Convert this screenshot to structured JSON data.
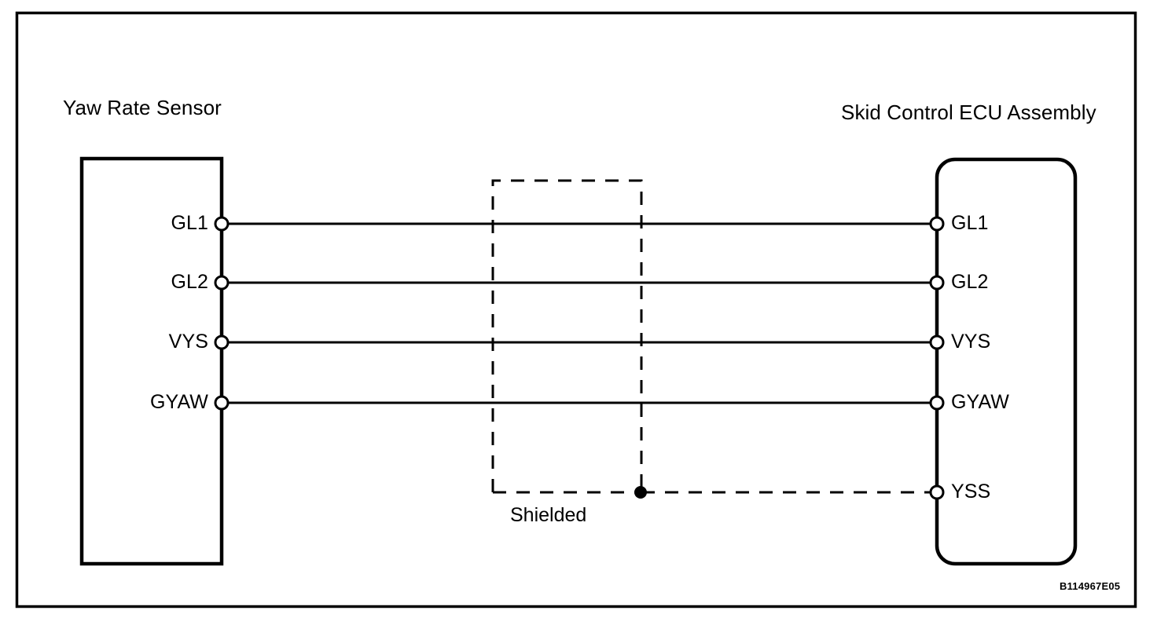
{
  "diagram": {
    "title_left": "Yaw Rate Sensor",
    "title_right": "Skid Control ECU Assembly",
    "shield_label": "Shielded",
    "reference_code": "B114967E05",
    "colors": {
      "stroke": "#000000",
      "background": "#ffffff"
    },
    "left_connector": {
      "name": "Yaw Rate Sensor",
      "shape": "rectangle",
      "pins": [
        {
          "label": "GL1",
          "row": 0
        },
        {
          "label": "GL2",
          "row": 1
        },
        {
          "label": "VYS",
          "row": 2
        },
        {
          "label": "GYAW",
          "row": 3
        }
      ]
    },
    "right_connector": {
      "name": "Skid Control ECU Assembly",
      "shape": "rounded-rectangle",
      "pins": [
        {
          "label": "GL1",
          "row": 0
        },
        {
          "label": "GL2",
          "row": 1
        },
        {
          "label": "VYS",
          "row": 2
        },
        {
          "label": "GYAW",
          "row": 3
        },
        {
          "label": "YSS",
          "row": 4
        }
      ]
    },
    "connections": [
      {
        "from": "GL1",
        "to": "GL1",
        "type": "solid"
      },
      {
        "from": "GL2",
        "to": "GL2",
        "type": "solid"
      },
      {
        "from": "VYS",
        "to": "VYS",
        "type": "solid"
      },
      {
        "from": "GYAW",
        "to": "GYAW",
        "type": "solid"
      },
      {
        "from": "Shield",
        "to": "YSS",
        "type": "dashed"
      }
    ],
    "shield_region": {
      "label": "Shielded",
      "style": "dashed-box",
      "has_junction_dot": true
    }
  }
}
